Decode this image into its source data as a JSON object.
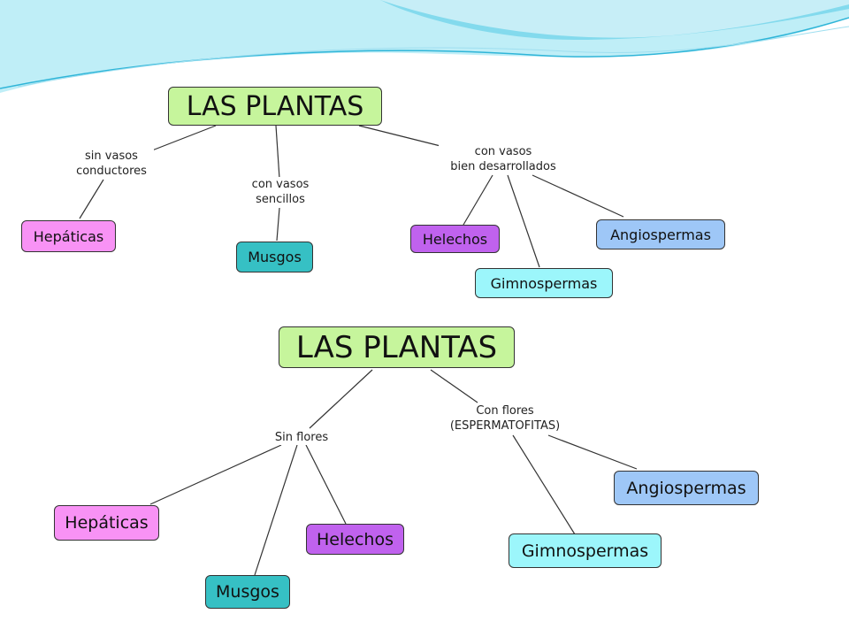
{
  "colors": {
    "root": "#c6f59c",
    "hepaticas": "#f892f5",
    "musgos": "#36c0c4",
    "helechos": "#c062ee",
    "gimnospermas": "#9cf6fb",
    "angiospermas": "#9ec7f7",
    "wave_light": "#bfeef7",
    "wave_mid": "#6fd3ea",
    "wave_dark": "#2fb5d8"
  },
  "map1": {
    "root": "LAS PLANTAS",
    "branch_sin_vasos": [
      "sin vasos",
      "conductores"
    ],
    "branch_vasos_sencillos": [
      "con vasos",
      "sencillos"
    ],
    "branch_vasos_desarrollados": [
      "con vasos",
      "bien desarrollados"
    ],
    "hepaticas": "Hepáticas",
    "musgos": "Musgos",
    "helechos": "Helechos",
    "gimnospermas": "Gimnospermas",
    "angiospermas": "Angiospermas"
  },
  "map2": {
    "root": "LAS PLANTAS",
    "branch_sin_flores": [
      "Sin flores"
    ],
    "branch_con_flores": [
      "Con flores",
      "(ESPERMATOFITAS)"
    ],
    "hepaticas": "Hepáticas",
    "musgos": "Musgos",
    "helechos": "Helechos",
    "gimnospermas": "Gimnospermas",
    "angiospermas": "Angiospermas"
  }
}
